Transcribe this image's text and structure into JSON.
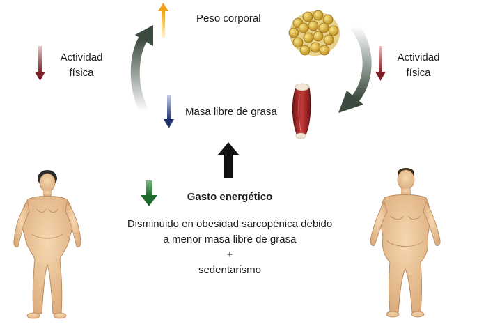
{
  "labels": {
    "body_weight": "Peso corporal",
    "activity_left_line1": "Actividad",
    "activity_left_line2": "física",
    "activity_right_line1": "Actividad",
    "activity_right_line2": "física",
    "fat_free_mass": "Masa libre de grasa",
    "energy_expenditure_title": "Gasto energético",
    "description_line1": "Disminuido en obesidad sarcopénica debido",
    "description_line2": "a menor masa libre de grasa",
    "description_plus": "+",
    "description_line3": "sedentarismo"
  },
  "colors": {
    "arrow_up_orange": "#f0a21a",
    "arrow_down_darkred": "#7a1f25",
    "arrow_down_navy": "#1f3270",
    "arrow_down_green": "#1d6b2a",
    "arrow_up_black": "#111111",
    "cycle_arrow": "#3a3f3a",
    "fat_cells": "#d9b23a",
    "muscle": "#b02a2a",
    "skin": "#ecc69c"
  }
}
